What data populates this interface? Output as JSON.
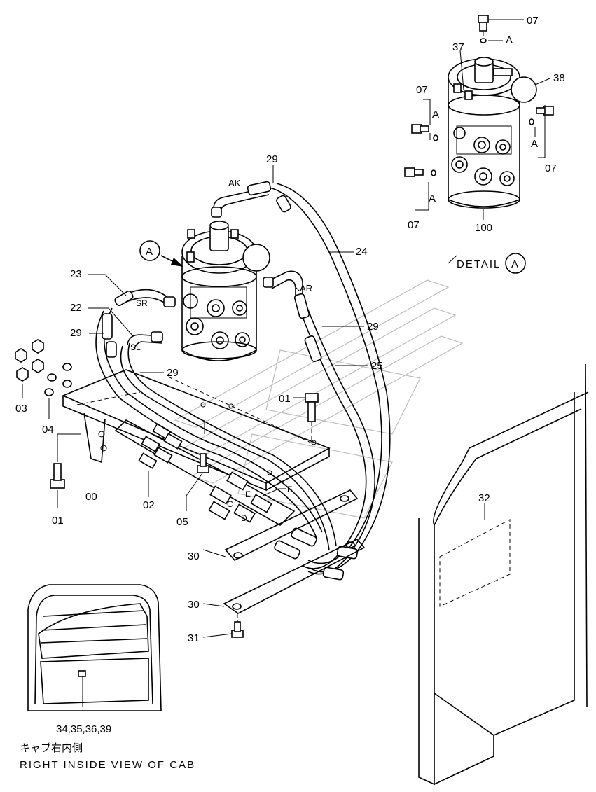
{
  "callouts": {
    "c07_top": "07",
    "c07_left_upper": "07",
    "c07_right": "07",
    "c07_left_lower": "07",
    "c37": "37",
    "c38": "38",
    "c100": "100",
    "c29_top": "29",
    "c29_mid": "29",
    "c29_left": "29",
    "c29_lower": "29",
    "c24": "24",
    "c25": "25",
    "c23": "23",
    "c22": "22",
    "c01_mid": "01",
    "c01_bottom": "01",
    "c03": "03",
    "c04": "04",
    "c00": "00",
    "c02": "02",
    "c05": "05",
    "c30_upper": "30",
    "c30_lower": "30",
    "c31": "31",
    "c32": "32",
    "c_cab_parts": "34,35,36,39"
  },
  "port_labels": {
    "ak": "AK",
    "ar": "AR",
    "sr": "SR",
    "sl": "SL",
    "a1": "A",
    "a2": "A",
    "a3": "A",
    "a4": "A",
    "e": "E",
    "f": "F",
    "c": "C",
    "d": "D"
  },
  "detail": {
    "label": "DETAIL",
    "marker_main": "A",
    "marker_detail": "A"
  },
  "cab_caption": {
    "japanese": "キャブ右内側",
    "english": "RIGHT INSIDE VIEW OF CAB"
  }
}
